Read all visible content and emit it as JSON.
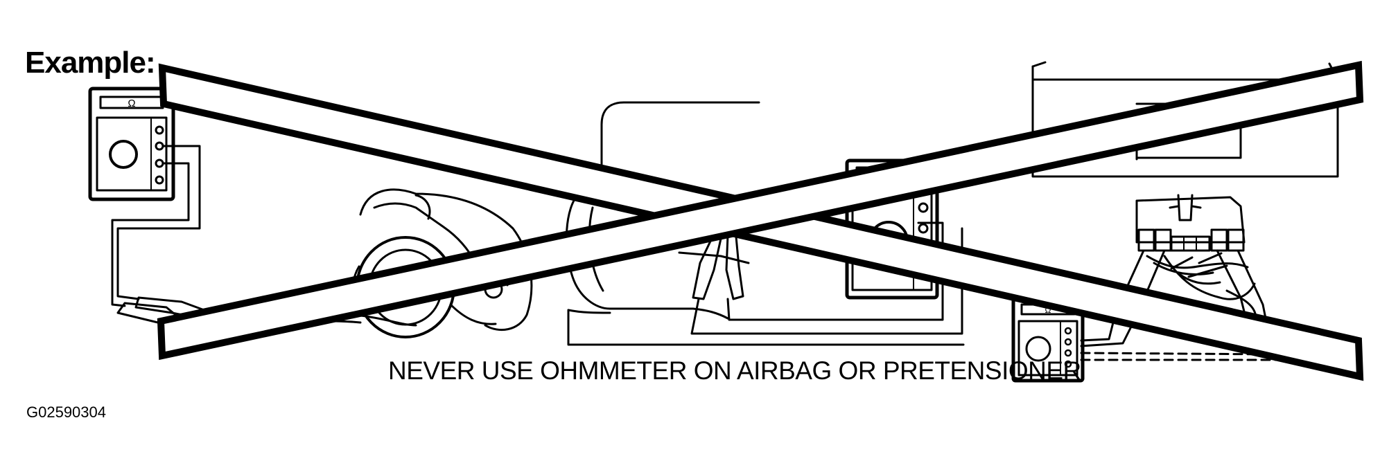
{
  "labels": {
    "example": "Example:",
    "warning": "NEVER USE OHMMETER ON AIRBAG OR PRETENSIONER",
    "figure_id": "G02590304"
  },
  "meter": {
    "symbol": "Ω"
  },
  "colors": {
    "ink": "#000000",
    "background": "#ffffff"
  }
}
